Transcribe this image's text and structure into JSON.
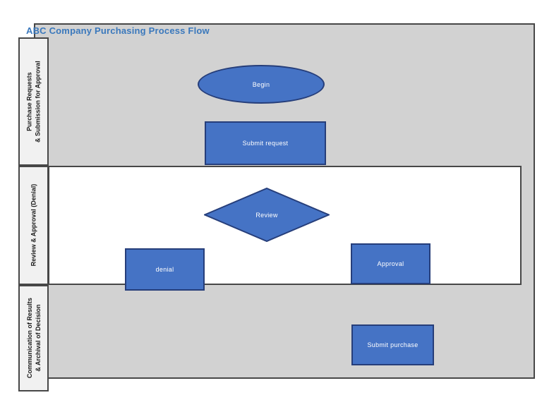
{
  "diagram": {
    "title": "ABC Company Purchasing Process Flow",
    "lanes": [
      {
        "label_line1": "Purchase Requests",
        "label_line2": "& Submission for Approval"
      },
      {
        "label_line1": "Review & Approval (Denial)",
        "label_line2": ""
      },
      {
        "label_line1": "Communication of Results",
        "label_line2": "& Archival of Decision"
      }
    ],
    "shapes": [
      {
        "type": "ellipse",
        "label": "Begin"
      },
      {
        "type": "rectangle",
        "label": "Submit request"
      },
      {
        "type": "diamond",
        "label": "Review"
      },
      {
        "type": "rectangle",
        "label": "denial"
      },
      {
        "type": "rectangle",
        "label": "Approval"
      },
      {
        "type": "rectangle",
        "label": "Submit purchase"
      }
    ],
    "colors": {
      "title_color": "#3a78bc",
      "lane_gray": "#d2d2d2",
      "lane_white": "#ffffff",
      "label_box_fill": "#f1f1f1",
      "border_dark": "#474747",
      "shape_fill": "#4573c5",
      "shape_border": "#263e7a",
      "shape_text": "#ffffff",
      "label_text": "#1a1a1a"
    }
  }
}
